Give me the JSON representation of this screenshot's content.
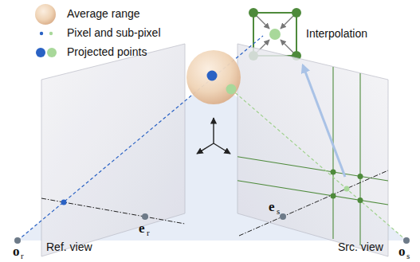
{
  "diagram": {
    "labels": [
      "Interpolation",
      "Ref. view",
      "Src. view",
      "o",
      "r",
      "e",
      "r",
      "e",
      "s",
      "o",
      "s"
    ],
    "legend": [
      {
        "text": "Average range"
      },
      {
        "text": "Pixel and sub-pixel"
      },
      {
        "text": "Projected points"
      }
    ]
  }
}
